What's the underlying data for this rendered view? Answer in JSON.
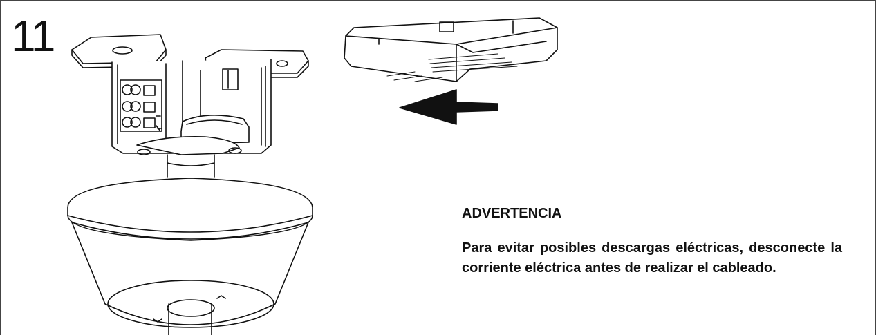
{
  "step": {
    "number": "11"
  },
  "warning": {
    "title": "ADVERTENCIA",
    "text": "Para evitar posibles descargas eléctricas, desconecte la corriente eléctrica antes de realizar el cableado."
  },
  "colors": {
    "ink": "#111111",
    "line": "#444444",
    "background": "#ffffff"
  },
  "icons": [
    "ceiling-bracket-illustration",
    "terminal-block-illustration",
    "receiver-module-illustration",
    "left-arrow-icon",
    "canopy-illustration",
    "downrod-illustration"
  ]
}
